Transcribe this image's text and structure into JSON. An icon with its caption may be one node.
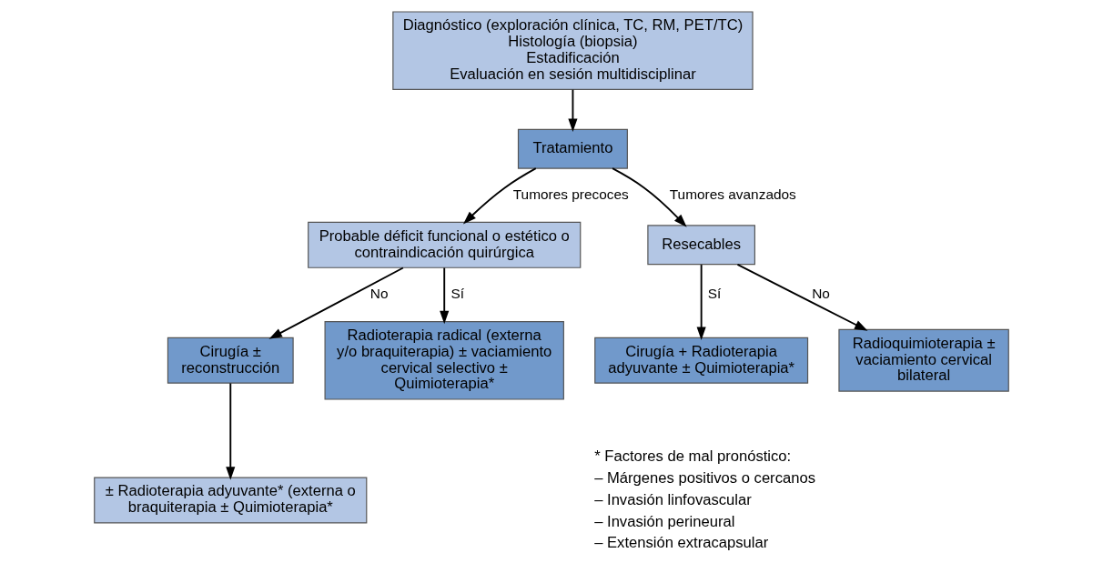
{
  "diagram": {
    "nodes": [
      {
        "text": [
          "Diagnóstico (exploración clínica, TC, RM, PET/TC)",
          "Histología (biopsia)",
          "Estadificación",
          "Evaluación en sesión multidisciplinar"
        ]
      },
      {
        "text": [
          "Tratamiento"
        ]
      },
      {
        "text": [
          "Probable déficit funcional o estético o contraindicación quirúrgica"
        ]
      },
      {
        "text": [
          "Resecables"
        ]
      },
      {
        "text": [
          "Cirugía ± reconstrucción"
        ]
      },
      {
        "text": [
          "Radioterapia radical (externa y/o braquiterapia) ± vaciamiento cervical selectivo ± Quimioterapia*"
        ]
      },
      {
        "text": [
          "Cirugía + Radioterapia adyuvante ± Quimioterapia*"
        ]
      },
      {
        "text": [
          "Radioquimioterapia ± vaciamiento cervical bilateral"
        ]
      },
      {
        "text": [
          "± Radioterapia adyuvante* (externa o braquiterapia ± Quimioterapia*"
        ]
      }
    ],
    "edges": [
      {
        "from": 0,
        "to": 1,
        "arrow": "to"
      },
      {
        "from": 1,
        "to": 2,
        "arrow": "to",
        "label": "Tumores precoces"
      },
      {
        "from": 1,
        "to": 3,
        "arrow": "to",
        "label": "Tumores avanzados"
      },
      {
        "from": 2,
        "to": 4,
        "arrow": "to",
        "label": "No"
      },
      {
        "from": 2,
        "to": 5,
        "arrow": "to",
        "label": "Sí"
      },
      {
        "from": 3,
        "to": 6,
        "arrow": "to",
        "label": "Sí"
      },
      {
        "from": 3,
        "to": 7,
        "arrow": "to",
        "label": "No"
      },
      {
        "from": 4,
        "to": 8,
        "arrow": "to"
      }
    ],
    "labels": [
      "* Factores de mal pronóstico:",
      "– Márgenes positivos o cercanos",
      "– Invasión linfovascular",
      "– Invasión perineural",
      "– Extensión extracapsular"
    ]
  }
}
